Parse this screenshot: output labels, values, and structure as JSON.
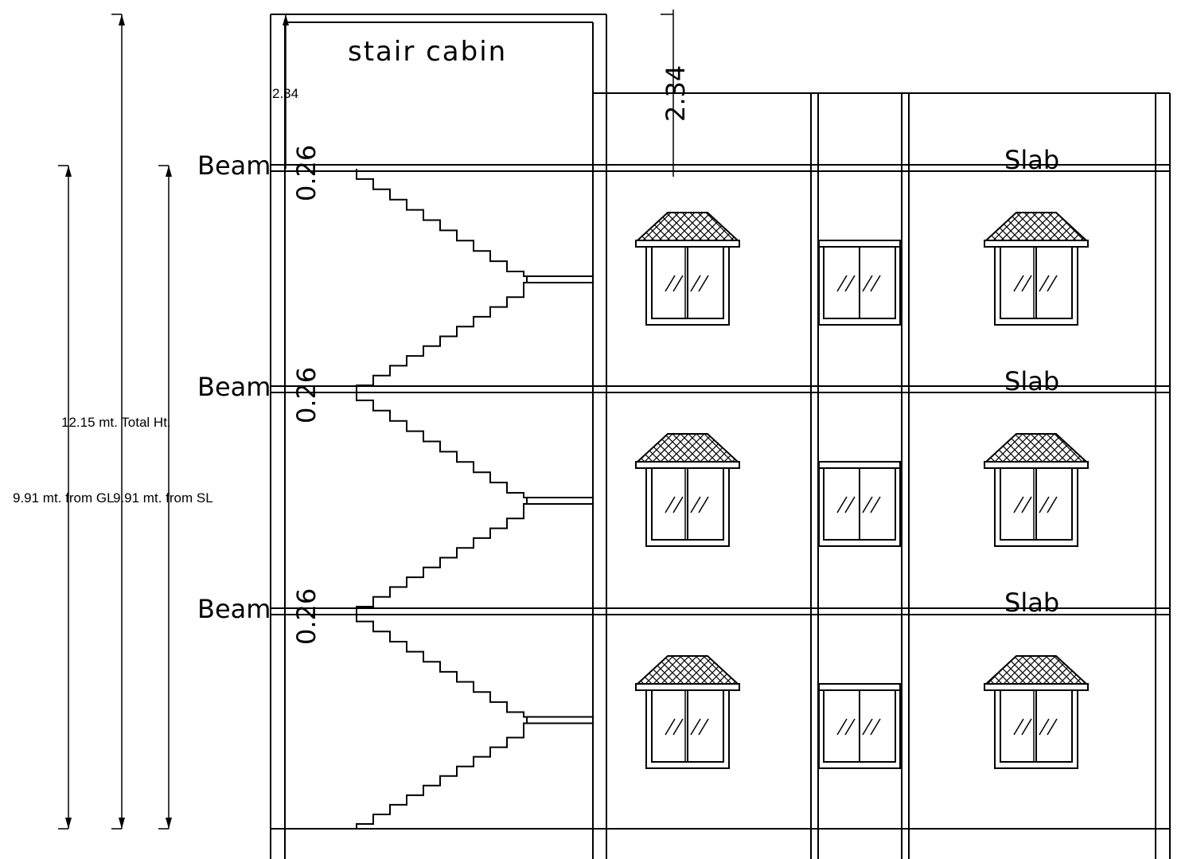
{
  "labels": {
    "stair_cabin": "stair cabin",
    "beam": "Beam",
    "slab": "Slab",
    "beam_depth": "0.26",
    "cabin_height_large": "2.34",
    "cabin_height_small": "2.34"
  },
  "dimensions": {
    "total_height": "12.15 mt. Total Ht.",
    "from_gl": "9.91 mt. from GL",
    "from_sl": "9.91 mt. from SL"
  },
  "floors": 3,
  "window_columns": [
    "left-window",
    "middle-window",
    "right-window"
  ]
}
